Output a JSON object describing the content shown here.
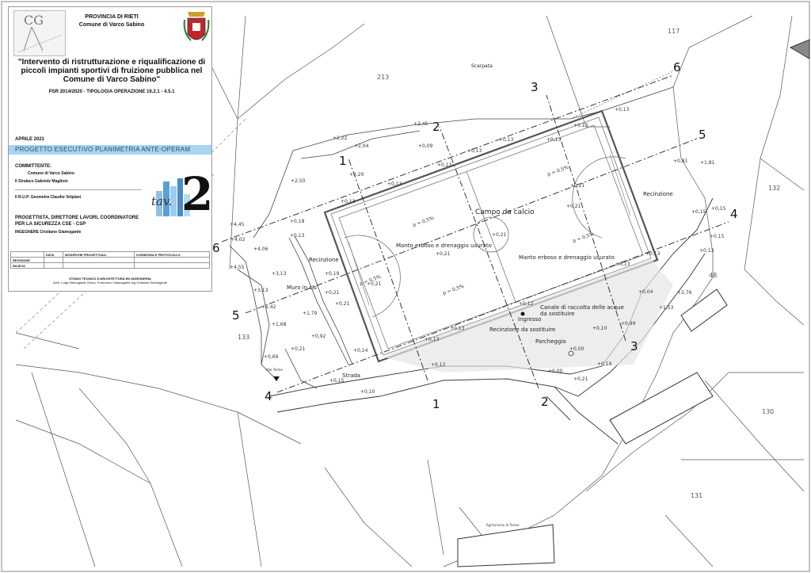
{
  "titleblock": {
    "logo_text": "CG",
    "province": "PROVINCIA DI RIETI",
    "municipality": "Comune di Varco Sabino",
    "project_title": "\"Intervento di ristrutturazione e riqualificazione di piccoli impianti sportivi di fruizione pubblica nel Comune di Varco Sabino\"",
    "psr": "PSR 2014/2020 - TIPOLOGIA OPERAZIONE 19.2.1 - 4.5.1",
    "date": "APRILE 2021",
    "banner": "PROGETTO ESECUTIVO PLANIMETRIA ANTE-OPERAM",
    "committente_label": "COMMITTENTE:",
    "committente_1": "Comune di Varco Sabino",
    "committente_2": "Il Sindaco Gabriele Maglioni",
    "rup": "Il R.U.P. Geometra Claudio Volpiani",
    "progettista": "PROGETTISTA, DIRETTORE LAVORI, COORDINATORE PER LA SICUREZZA CSE - CSP",
    "ingegnere": "INGEGNERE Cristiano Giamogante",
    "tav_word": "tav.",
    "tav_number": "2",
    "table_headers": [
      "",
      "DATA",
      "MODIFICHE PROGETTUALI",
      "CONSEGNA E PROTOCOLLO"
    ],
    "table_rows": [
      "REVISIONE",
      "RILIEVO"
    ],
    "studio_1": "STUDIO TECNICO D'ARCHITETTURA ED INGEGNERIA",
    "studio_2": "Arch. Luigi Giamogante Geom. Francesco Giamogante Ing Cristiano Giamogante"
  },
  "plan": {
    "labels": {
      "campo": "Campo da calcio",
      "manto_1": "Manto erboso e drenaggio usurato",
      "manto_2": "Manto erboso e drenaggio usurato",
      "recinzione_e": "Recinzione",
      "recinzione_w": "Recinzione",
      "muro": "Muro in cls",
      "canale_1": "Canale di raccolta delle acque",
      "canale_2": "da sostituire",
      "ingresso": "Ingresso",
      "recinzione_sost": "Recinzione da sostituire",
      "parcheggio": "Parcheggio",
      "strada": "Strada",
      "scarpata": "Scarpata",
      "alle_terme": "Alle Terme",
      "agriturismo": "Agriturismo le Terme"
    },
    "parcels": [
      "213",
      "117",
      "132",
      "133",
      "130",
      "131",
      "48"
    ],
    "sections": [
      "1",
      "1",
      "2",
      "2",
      "3",
      "3",
      "4",
      "4",
      "5",
      "5",
      "6",
      "6"
    ],
    "spot_heights": [
      "+2,45",
      "+2,22",
      "+2,04",
      "+0,09",
      "+0,13",
      "+0,13",
      "+0,13",
      "+0,13",
      "+0,13",
      "+1,81",
      "+0,81",
      "+2,50",
      "+0,13",
      "+0,13",
      "+0,21",
      "+0,20",
      "+0,21",
      "+0,21",
      "+0,21",
      "+0,21",
      "+0,13",
      "+0,13",
      "+0,13",
      "+4,45",
      "+4,02",
      "+4,06",
      "+4,55",
      "+3,13",
      "+3,13",
      "+2,42",
      "+1,68",
      "+1,79",
      "+0,92",
      "+0,69",
      "+0,21",
      "+0,19",
      "+0,21",
      "+0,21",
      "+0,14",
      "+0,15",
      "+0,10",
      "+0,12",
      "+0,13",
      "+0,13",
      "+0,00",
      "+0,21",
      "+0,19",
      "+0,10",
      "+0,99",
      "+1,53",
      "+0,04",
      "+2,76",
      "+0,15",
      "+0,15",
      "+0,15",
      "+0,13",
      "+0,00",
      "+0,12",
      "+0,18",
      "+0,13"
    ],
    "slopes": [
      "p = 0,5%",
      "p = 0,5%",
      "p = 0,5%",
      "p = 0,5%",
      "p = 0,5%"
    ]
  }
}
